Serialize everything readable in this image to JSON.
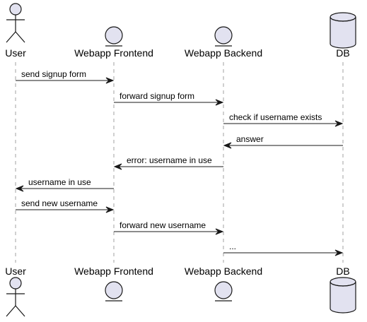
{
  "diagram": {
    "type": "sequence",
    "participants": [
      {
        "name": "User",
        "kind": "actor"
      },
      {
        "name": "Webapp Frontend",
        "kind": "entity"
      },
      {
        "name": "Webapp Backend",
        "kind": "entity"
      },
      {
        "name": "DB",
        "kind": "database"
      }
    ],
    "messages": [
      {
        "from": 0,
        "to": 1,
        "label": "send signup form"
      },
      {
        "from": 1,
        "to": 2,
        "label": "forward signup form"
      },
      {
        "from": 2,
        "to": 3,
        "label": "check if username exists"
      },
      {
        "from": 3,
        "to": 2,
        "label": "answer"
      },
      {
        "from": 2,
        "to": 1,
        "label": "error: username in use"
      },
      {
        "from": 1,
        "to": 0,
        "label": "username in use"
      },
      {
        "from": 0,
        "to": 1,
        "label": "send new username"
      },
      {
        "from": 1,
        "to": 2,
        "label": "forward new username"
      },
      {
        "from": 2,
        "to": 3,
        "label": "..."
      }
    ]
  },
  "colors": {
    "shape_fill": "#E2E2F0",
    "stroke": "#181818",
    "lifeline": "#a0a0a0"
  }
}
